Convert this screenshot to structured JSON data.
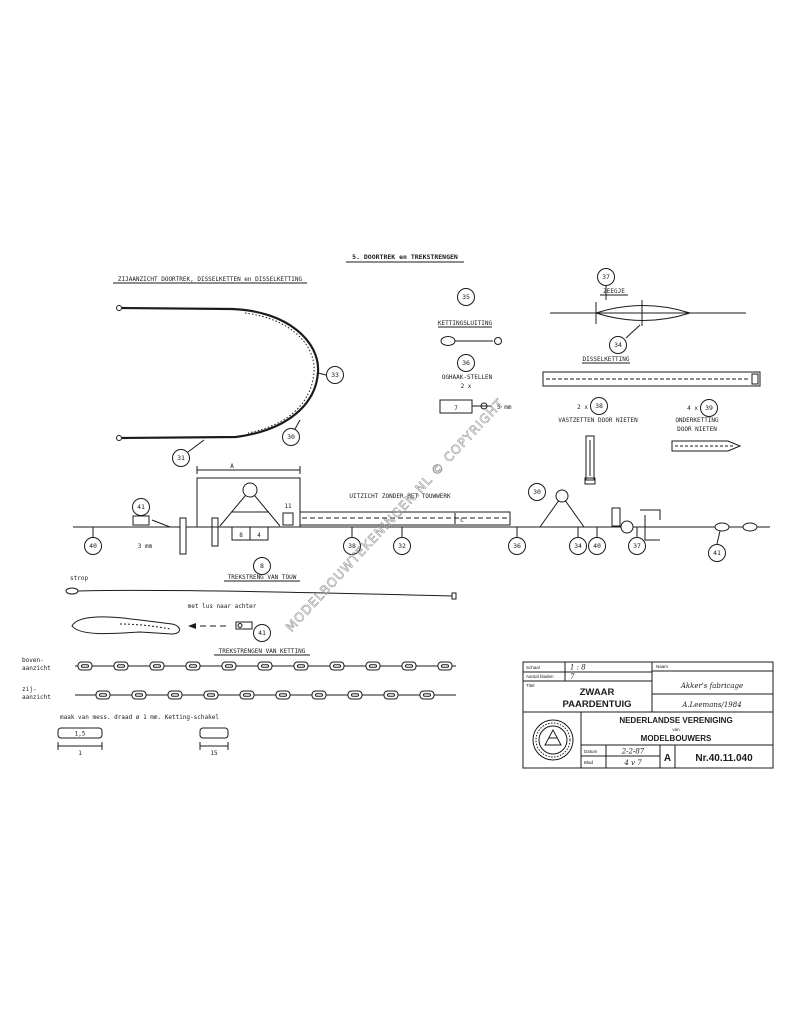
{
  "colors": {
    "ink": "#1b1b1b",
    "paper": "#ffffff",
    "watermark": "#9a9a9a"
  },
  "icons": {
    "club_logo": "nvm-seal-icon"
  },
  "sheet": {
    "section_title": "5. DOORTREK en TREKSTRENGEN",
    "side_view_title": "ZIJAANZICHT DOORTREK, DISSELKETTEN en DISSELKETTING"
  },
  "details": {
    "chain_closure": "KETTINGSLUITING",
    "eye_hook": "OGHAAK-STELLEN",
    "eye_hook_qty": "2 x",
    "eye_hook_width": "7",
    "eye_hook_wire": "5 mm",
    "spreader": "ZEEGJE",
    "pole_chain": "DISSELKETTING",
    "rivet_qty": "2 x",
    "rivet_note": "VASTZETTEN DOOR NIETEN",
    "under_qty": "4 x",
    "under_note_1": "ONDERKETTING",
    "under_note_2": "DOOR NIETEN"
  },
  "assembly": {
    "view_title": "UITZICHT ZONDER HET TOUWWERK",
    "dim_top": "A",
    "dim_left": "8",
    "dim_right": "4",
    "dim_side": "11",
    "slot_mark": "C",
    "gap_dim": "3 mm"
  },
  "rope_trace": {
    "title": "TREKSTRENG VAN TOUW",
    "strop_label": "strop",
    "loop_note": "met lus naar achter"
  },
  "chain_trace": {
    "title": "TREKSTRENGEN VAN KETTING",
    "top_view": [
      "boven-",
      "aanzicht"
    ],
    "side_view": [
      "zij-",
      "aanzicht"
    ],
    "link_note": "maak van mess. draad ø 1 mm. Ketting-schakel",
    "link_dim_a": "1,5",
    "link_dim_b": "1",
    "link_dim_c": "15"
  },
  "callouts": [
    "35",
    "36",
    "37",
    "34",
    "38",
    "39",
    "33",
    "30",
    "31",
    "40",
    "41",
    "38",
    "32",
    "36",
    "30",
    "34",
    "40",
    "37",
    "41",
    "8",
    "41"
  ],
  "title_block": {
    "scale_label": "Schaal",
    "scale_value": "1 : 8",
    "sheets_label": "Aantal bladen",
    "sheets_value": "7",
    "title_label": "Titel",
    "title_1": "ZWAAR",
    "title_2": "PAARDENTUIG",
    "name_label": "Naam",
    "author_1": "Akker's fabricage",
    "author_2": "A.Leemans/1984",
    "org_1": "NEDERLANDSE VERENIGING",
    "org_2": "van",
    "org_3": "MODELBOUWERS",
    "date_label": "Datum",
    "date_value": "2-2-87",
    "sheet_label": "Blad",
    "sheet_value": "4 v 7",
    "format": "A",
    "drawing_no": "Nr.40.11.040"
  },
  "watermark": "MODELBOUWTEKENINGEN.NL © COPYRIGHT"
}
